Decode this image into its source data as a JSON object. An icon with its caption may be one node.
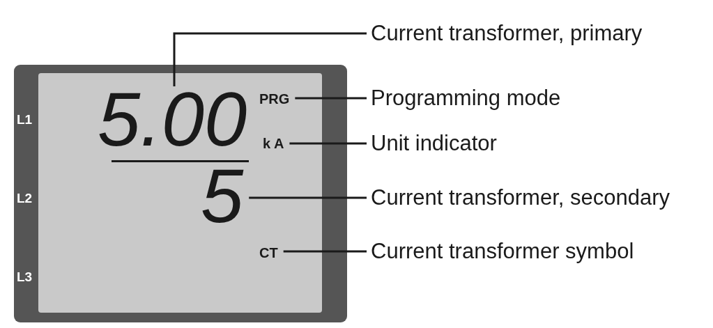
{
  "diagram": {
    "nodes": [
      {
        "text": [
          "5.00"
        ]
      },
      {
        "text": [
          "PRG"
        ]
      },
      {
        "text": [
          "k A"
        ]
      },
      {
        "text": [
          "5"
        ]
      },
      {
        "text": [
          "CT"
        ]
      },
      {
        "text": [
          "Current transformer, primary"
        ]
      },
      {
        "text": [
          "Programming mode"
        ]
      },
      {
        "text": [
          "Unit indicator"
        ]
      },
      {
        "text": [
          "Current transformer, secondary"
        ]
      },
      {
        "text": [
          "Current transformer symbol"
        ]
      }
    ],
    "edges": [
      {
        "from": 5,
        "to": 0,
        "arrow": "none"
      },
      {
        "from": 6,
        "to": 1,
        "arrow": "none"
      },
      {
        "from": 7,
        "to": 2,
        "arrow": "none"
      },
      {
        "from": 8,
        "to": 3,
        "arrow": "none"
      },
      {
        "from": 9,
        "to": 4,
        "arrow": "none"
      }
    ],
    "labels": [
      "L1",
      "L2",
      "L3"
    ]
  }
}
